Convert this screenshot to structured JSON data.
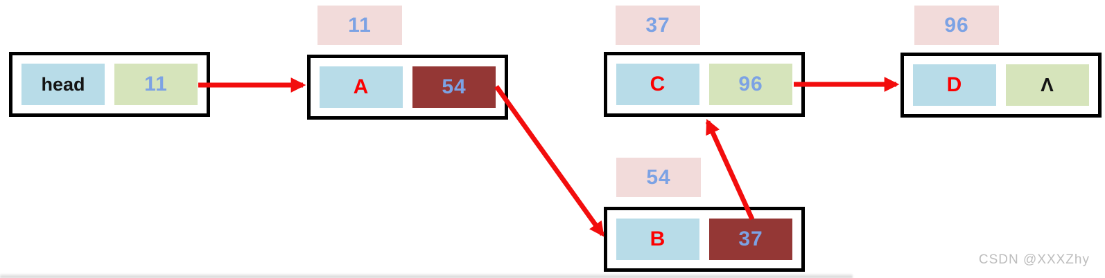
{
  "title": "static-linked-list-diagram",
  "colors": {
    "cell_blue": "#b8dce8",
    "cell_green": "#d6e4bb",
    "cell_darkred": "#943735",
    "label_pink": "#f2dbda",
    "text_red": "#fb0001",
    "text_blue": "#7ca2e4",
    "text_black": "#141414",
    "arrow_red": "#f20d0d",
    "border_black": "#000000"
  },
  "nodes": {
    "head": {
      "label": "head",
      "next": "11",
      "next_cell": "green"
    },
    "a": {
      "label": "A",
      "next": "54",
      "next_cell": "darkred",
      "address": "11"
    },
    "b": {
      "label": "B",
      "next": "37",
      "next_cell": "darkred",
      "address": "54"
    },
    "c": {
      "label": "C",
      "next": "96",
      "next_cell": "green",
      "address": "37"
    },
    "d": {
      "label": "D",
      "next": "Λ",
      "next_cell": "green",
      "address": "96"
    }
  },
  "edges": [
    {
      "from": "head",
      "to": "a"
    },
    {
      "from": "a",
      "to": "b"
    },
    {
      "from": "b",
      "to": "c"
    },
    {
      "from": "c",
      "to": "d"
    }
  ],
  "watermark": "CSDN @XXXZhy"
}
